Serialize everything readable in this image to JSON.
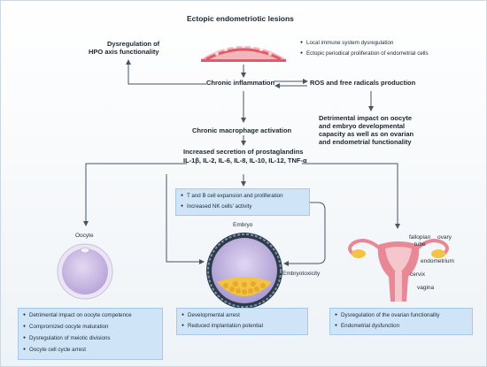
{
  "header": {
    "title": "Ectopic endometriotic lesions",
    "lesion_notes": [
      "Local immune system dysregulation",
      "Ectopic periodical proliferation of endometrial cells"
    ]
  },
  "nodes": {
    "hpo": [
      "Dysregulation of",
      "HPO axis functionality"
    ],
    "chronic_inflammation": "Chronic inflammation",
    "ros": "ROS and free radicals production",
    "detrimental": [
      "Detrimental impact on oocyte",
      "and embryo developmental",
      "capacity as well as on ovarian",
      "and endometrial functionality"
    ],
    "macrophage": "Chronic macrophage activation",
    "secretion": [
      "Increased secretion of prostaglandins",
      "IL-1β, IL-2, IL-6, IL-8, IL-10, IL-12, TNF-α"
    ]
  },
  "immune_effects": [
    "T and B cell expansion and proliferation",
    "Increased NK cells' activity"
  ],
  "labels": {
    "oocyte": "Oocyte",
    "embryo": "Embryo",
    "embryotoxicity": "Embryotoxicity",
    "fallopian": [
      "fallopian",
      "tube"
    ],
    "ovary": "ovary",
    "endometrium": "endometrium",
    "cervix": "cervix",
    "vagina": "vagina"
  },
  "outcomes": {
    "oocyte": [
      "Detrimental impact on oocyte competence",
      "Compromized oocyte maturation",
      "Dysregulation of meiotic divisions",
      "Oocyte cell cycle arrest"
    ],
    "embryo": [
      "Developmental arrest",
      "Reduced implantation potential"
    ],
    "uterus": [
      "Dysregulation of the ovarian functionality",
      "Endometrial dysfunction"
    ]
  },
  "colors": {
    "arrow": "#4a5560",
    "box_fill": "#cfe5f7",
    "lesion_red": "#e25a68",
    "lesion_pink": "#f4b6bd",
    "oocyte_purple": "#b9a6da",
    "embryo_cells": "#f3c343",
    "uterus_pink": "#e88795"
  }
}
